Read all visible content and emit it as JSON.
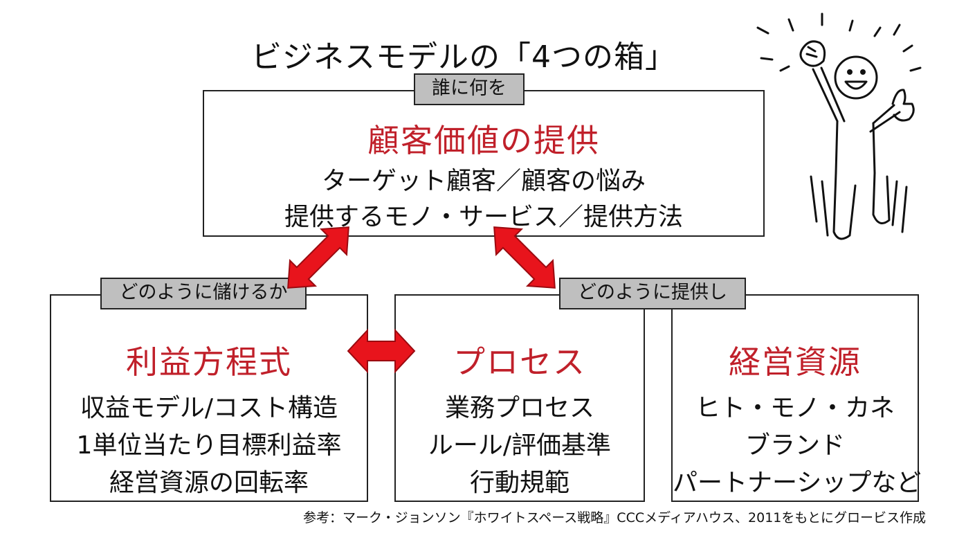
{
  "title": "ビジネスモデルの「4つの箱」",
  "top_box": {
    "tag": "誰に何を",
    "heading": "顧客価値の提供",
    "lines": [
      "ターゲット顧客／顧客の悩み",
      "提供するモノ・サービス／提供方法"
    ]
  },
  "left_box": {
    "tag": "どのように儲けるか",
    "heading": "利益方程式",
    "lines": [
      "収益モデル/コスト構造",
      "1単位当たり目標利益率",
      "経営資源の回転率"
    ]
  },
  "right_group_tag": "どのように提供し",
  "process_box": {
    "heading": "プロセス",
    "lines": [
      "業務プロセス",
      "ルール/評価基準",
      "行動規範"
    ]
  },
  "resource_box": {
    "heading": "経営資源",
    "lines": [
      "ヒト・モノ・カネ",
      "ブランド",
      "パートナーシップなど"
    ]
  },
  "caption": "参考：マーク・ジョンソン『ホワイトスペース戦略』CCCメディアハウス、2011をもとにグロービス作成",
  "colors": {
    "heading": "#c0202a",
    "arrow": "#e8141c",
    "tag_bg": "#bfbfbf"
  },
  "icons": [
    "cheering-person-icon"
  ]
}
